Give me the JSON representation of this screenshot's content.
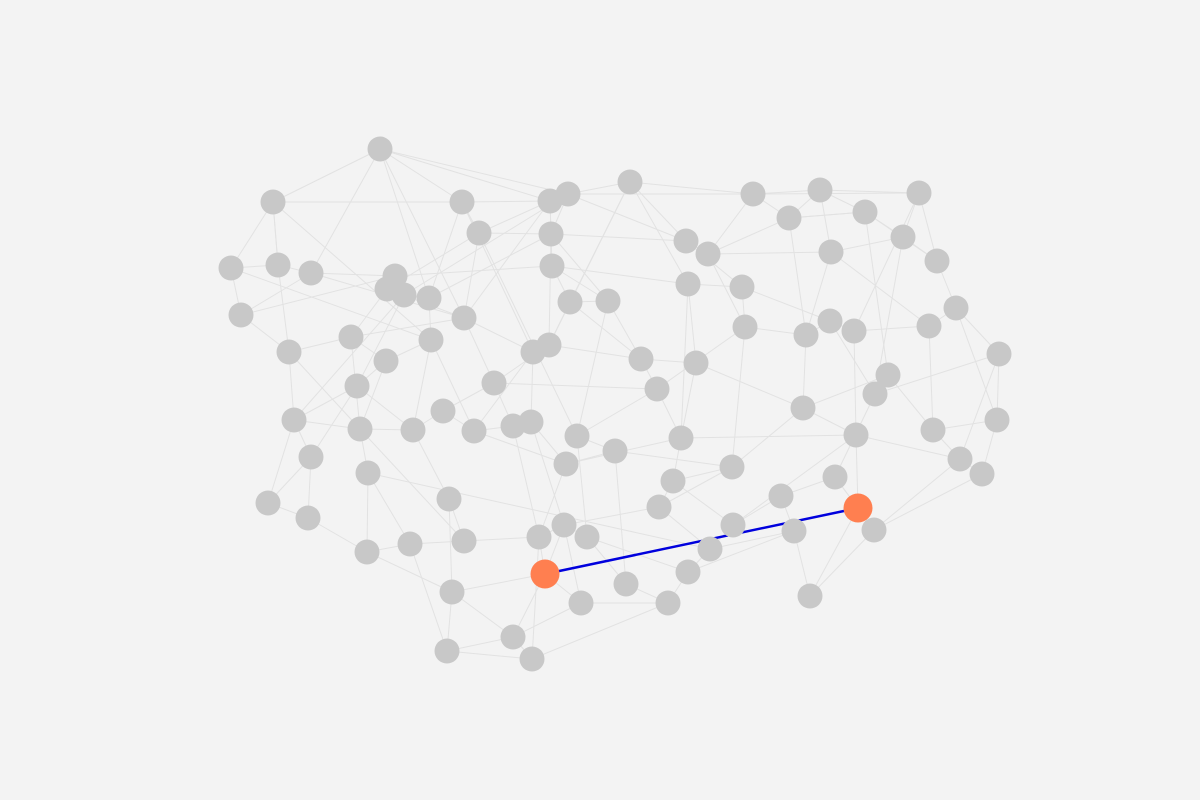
{
  "colors": {
    "background": "#f3f3f3",
    "node_default": "#c8c8c8",
    "edge_default": "#e2e2e2",
    "node_highlight": "#ff7f50",
    "edge_highlight": "#0000dd"
  },
  "graph": {
    "directed": false,
    "node_count": 120,
    "highlighted_path": {
      "node_count": 2,
      "edge_count": 1
    }
  }
}
